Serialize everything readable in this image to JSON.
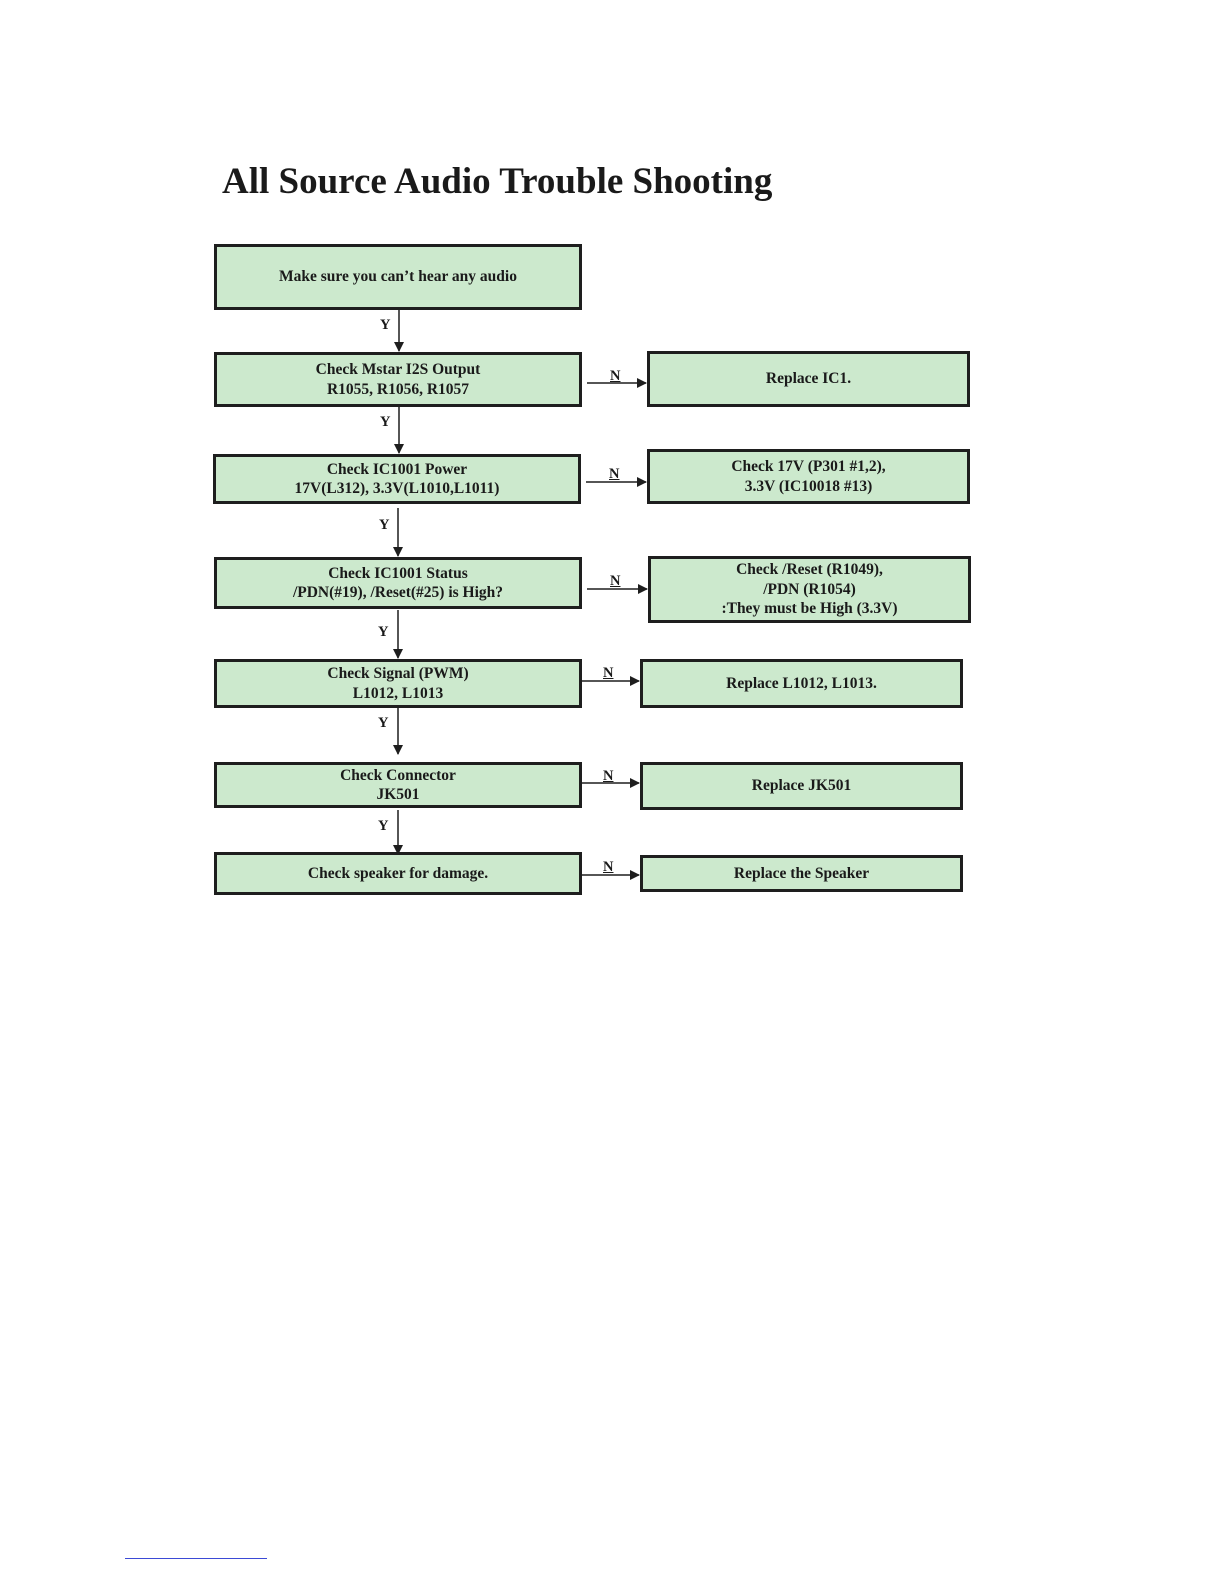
{
  "title": "All Source Audio Trouble Shooting",
  "colors": {
    "box_fill": "#cce9cd",
    "box_border": "#1e1e1e",
    "arrow": "#1e1e1e"
  },
  "labels": {
    "yes": "Y",
    "no": "N"
  },
  "steps": [
    {
      "lines": [
        "Make sure you can’t hear any audio"
      ]
    },
    {
      "lines": [
        "Check Mstar I2S Output",
        "R1055, R1056, R1057"
      ]
    },
    {
      "lines": [
        "Check IC1001 Power",
        "17V(L312), 3.3V(L1010,L1011)"
      ]
    },
    {
      "lines": [
        "Check IC1001 Status",
        "/PDN(#19), /Reset(#25) is High?"
      ]
    },
    {
      "lines": [
        "Check Signal (PWM)",
        "L1012, L1013"
      ]
    },
    {
      "lines": [
        "Check Connector",
        "JK501"
      ]
    },
    {
      "lines": [
        "Check speaker for damage."
      ]
    }
  ],
  "actions": [
    {
      "lines": [
        "Replace IC1."
      ]
    },
    {
      "lines": [
        "Check  17V (P301 #1,2),",
        "3.3V (IC10018 #13)"
      ]
    },
    {
      "lines": [
        "Check  /Reset (R1049),",
        "/PDN (R1054)",
        ":They must be High (3.3V)"
      ]
    },
    {
      "lines": [
        "Replace L1012, L1013."
      ]
    },
    {
      "lines": [
        "Replace JK501"
      ]
    },
    {
      "lines": [
        "Replace the Speaker"
      ]
    }
  ]
}
